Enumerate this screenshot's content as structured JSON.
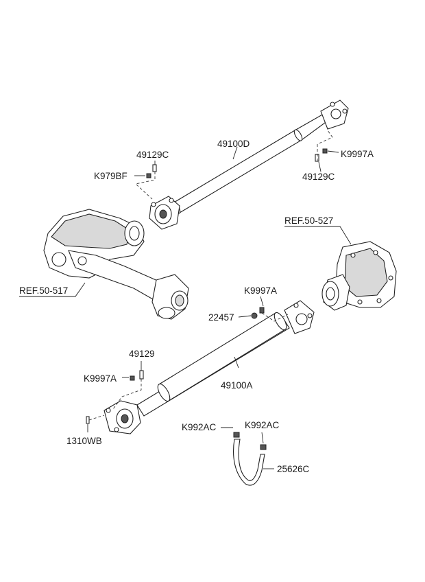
{
  "labels": {
    "shaft_front": "49100D",
    "shaft_rear": "49100A",
    "bolt_front_upper": "49129C",
    "bolt_front_lower": "49129C",
    "nut_front_left": "K979BF",
    "nut_front_right": "K9997A",
    "ref_front_axle": "REF.50-517",
    "ref_rear_diff": "REF.50-527",
    "nut_rear_upper": "K9997A",
    "washer_rear": "22457",
    "bolt_rear": "49129",
    "nut_rear_left": "K9997A",
    "bolt_rear_lower": "1310WB",
    "clip_left": "K992AC",
    "clip_right": "K992AC",
    "strap": "25626C"
  }
}
